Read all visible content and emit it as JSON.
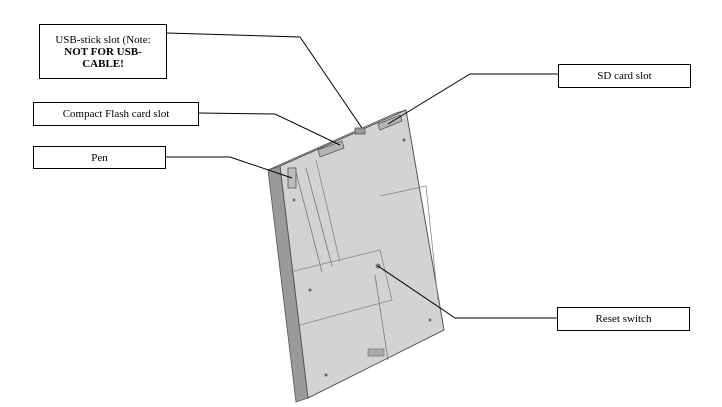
{
  "labels": {
    "usb_line1": "USB-stick slot (Note:",
    "usb_line2": "NOT FOR USB-",
    "usb_line3": "CABLE!",
    "compact_flash": "Compact Flash card slot",
    "pen": "Pen",
    "sd_card": "SD card slot",
    "reset": "Reset switch"
  },
  "colors": {
    "device_front": "#cfcfcf",
    "device_side": "#9a9a9a",
    "device_top": "#e4e4e4",
    "outline": "#555555",
    "leader_line": "#000000"
  }
}
